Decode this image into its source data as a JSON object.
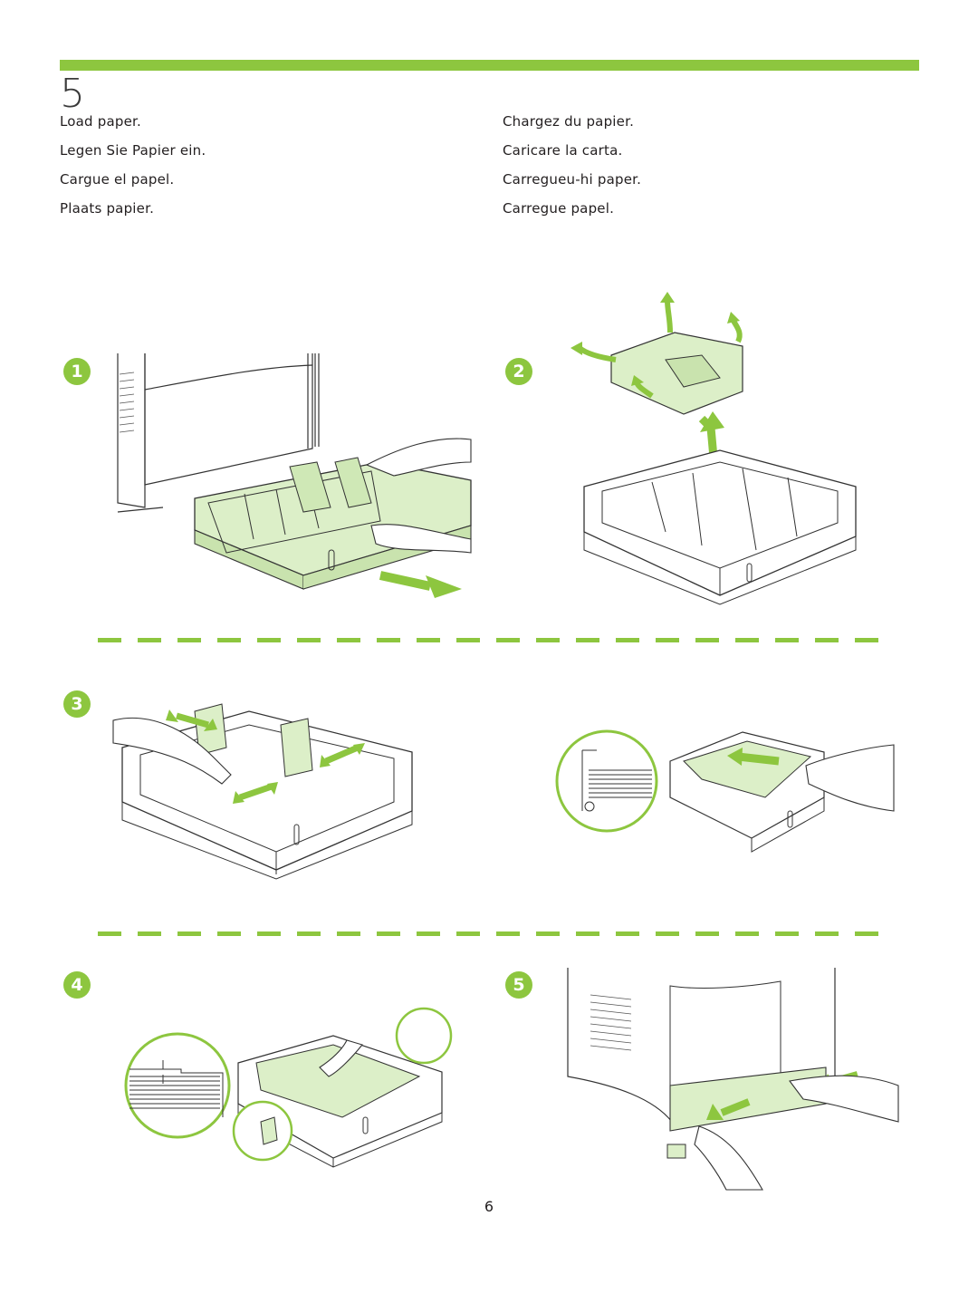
{
  "step": "5",
  "instructions": {
    "left": [
      "Load paper.",
      "Legen Sie Papier ein.",
      "Cargue el papel.",
      "Plaats papier."
    ],
    "right": [
      "Chargez du papier.",
      "Caricare la carta.",
      "Carregueu-hi paper.",
      "Carregue papel."
    ]
  },
  "substeps": [
    "1",
    "2",
    "3",
    "4",
    "5"
  ],
  "page_number": "6",
  "colors": {
    "accent": "#8dc63f",
    "tray_tint": "#dcefc8",
    "line": "#333333"
  }
}
